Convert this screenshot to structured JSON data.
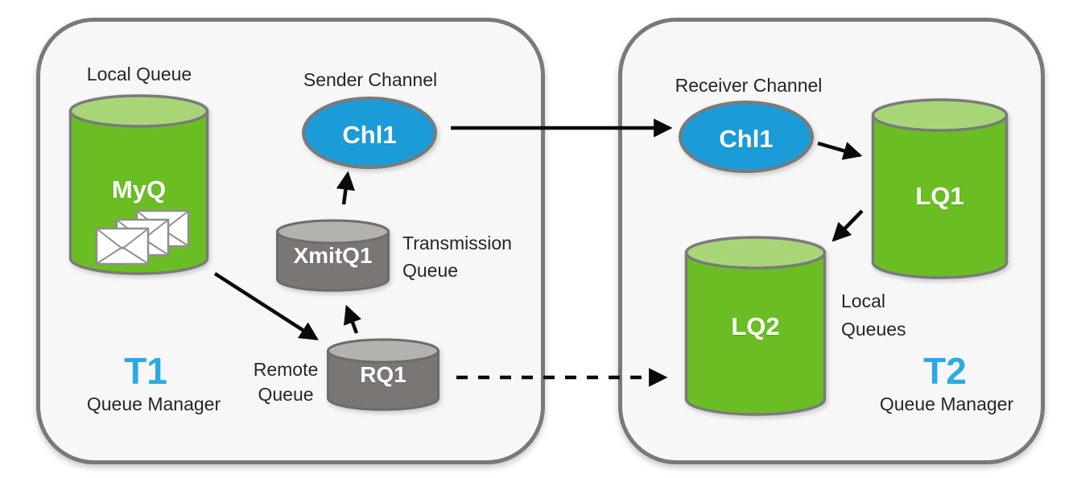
{
  "t1": {
    "name": "T1",
    "role_label": "Queue Manager",
    "captions": {
      "local_queue": "Local Queue",
      "sender_channel": "Sender Channel",
      "transmission_queue_line1": "Transmission",
      "transmission_queue_line2": "Queue",
      "remote_queue_line1": "Remote",
      "remote_queue_line2": "Queue"
    },
    "nodes": {
      "local_queue": "MyQ",
      "sender_channel": "Chl1",
      "transmission_queue": "XmitQ1",
      "remote_queue": "RQ1"
    }
  },
  "t2": {
    "name": "T2",
    "role_label": "Queue Manager",
    "captions": {
      "receiver_channel": "Receiver Channel",
      "local_queues_line1": "Local",
      "local_queues_line2": "Queues"
    },
    "nodes": {
      "receiver_channel": "Chl1",
      "local_queue_1": "LQ1",
      "local_queue_2": "LQ2"
    }
  },
  "icons": {
    "messages": "envelope-stack-icon"
  },
  "colors": {
    "green_body": "#6abe23",
    "green_top": "#a8d677",
    "gray_body": "#7a7673",
    "gray_top": "#b4b2af",
    "green_stroke": "#7a7a7a",
    "gray_stroke": "#6e6b68",
    "blue_channel": "#1b9cd8",
    "accent_blue": "#29abe2",
    "box_border": "#7b7875",
    "box_fill": "#f7f7f7",
    "arrow_black": "#0a0a0a",
    "text_dark": "#262626",
    "node_text_white": "#ffffff"
  }
}
